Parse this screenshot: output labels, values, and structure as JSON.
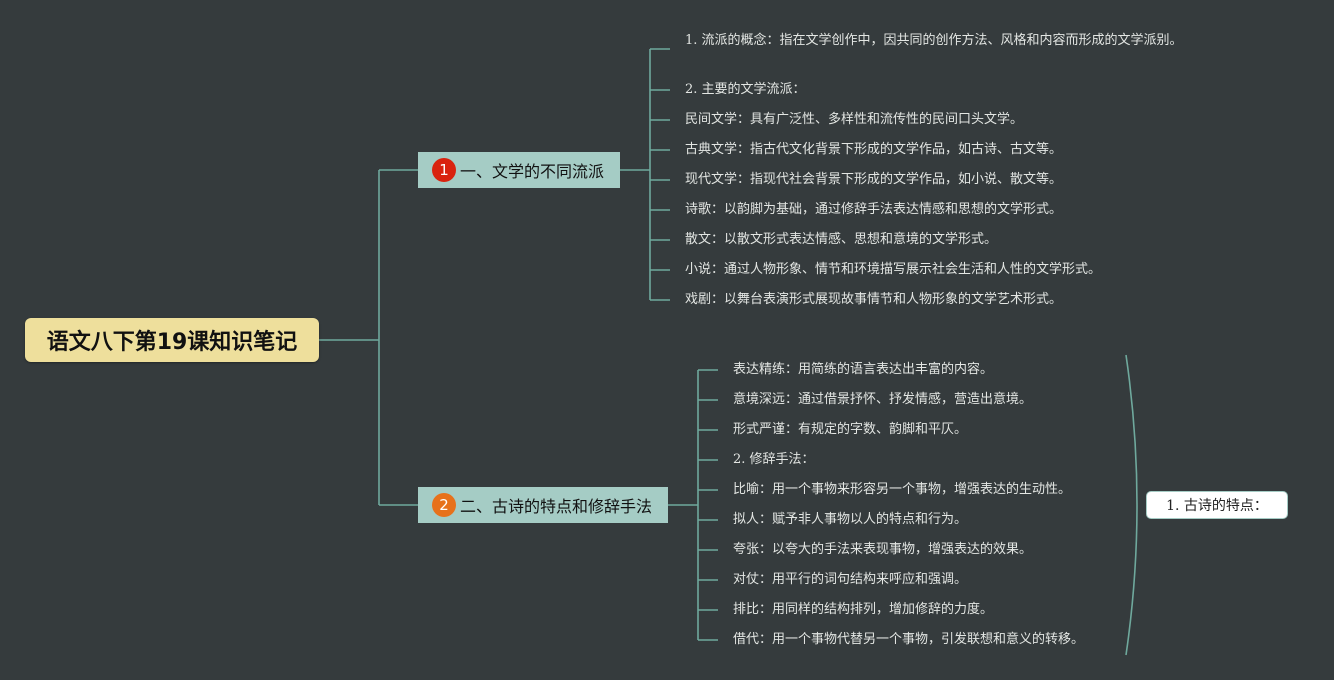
{
  "root": {
    "title": "语文八下第19课知识笔记"
  },
  "colors": {
    "background": "#353b3d",
    "root": "#eedf9c",
    "branch": "#a5ccc5",
    "line": "#6fa99d",
    "badge1": "#d9230f",
    "badge2": "#e7711b"
  },
  "branches": [
    {
      "number": "1",
      "label": "一、文学的不同流派",
      "items": [
        "1. 流派的概念：指在文学创作中，因共同的创作方法、风格和内容而形成的文学派别。",
        "2. 主要的文学流派：",
        "民间文学：具有广泛性、多样性和流传性的民间口头文学。",
        "古典文学：指古代文化背景下形成的文学作品，如古诗、古文等。",
        "现代文学：指现代社会背景下形成的文学作品，如小说、散文等。",
        "诗歌：以韵脚为基础，通过修辞手法表达情感和思想的文学形式。",
        "散文：以散文形式表达情感、思想和意境的文学形式。",
        "小说：通过人物形象、情节和环境描写展示社会生活和人性的文学形式。",
        "戏剧：以舞台表演形式展现故事情节和人物形象的文学艺术形式。"
      ]
    },
    {
      "number": "2",
      "label": "二、古诗的特点和修辞手法",
      "items": [
        "表达精练：用简练的语言表达出丰富的内容。",
        "意境深远：通过借景抒怀、抒发情感，营造出意境。",
        "形式严谨：有规定的字数、韵脚和平仄。",
        "2. 修辞手法：",
        "比喻：用一个事物来形容另一个事物，增强表达的生动性。",
        "拟人：赋予非人事物以人的特点和行为。",
        "夸张：以夸大的手法来表现事物，增强表达的效果。",
        "对仗：用平行的词句结构来呼应和强调。",
        "排比：用同样的结构排列，增加修辞的力度。",
        "借代：用一个事物代替另一个事物，引发联想和意义的转移。"
      ]
    }
  ],
  "summary": {
    "label": "1. 古诗的特点："
  }
}
